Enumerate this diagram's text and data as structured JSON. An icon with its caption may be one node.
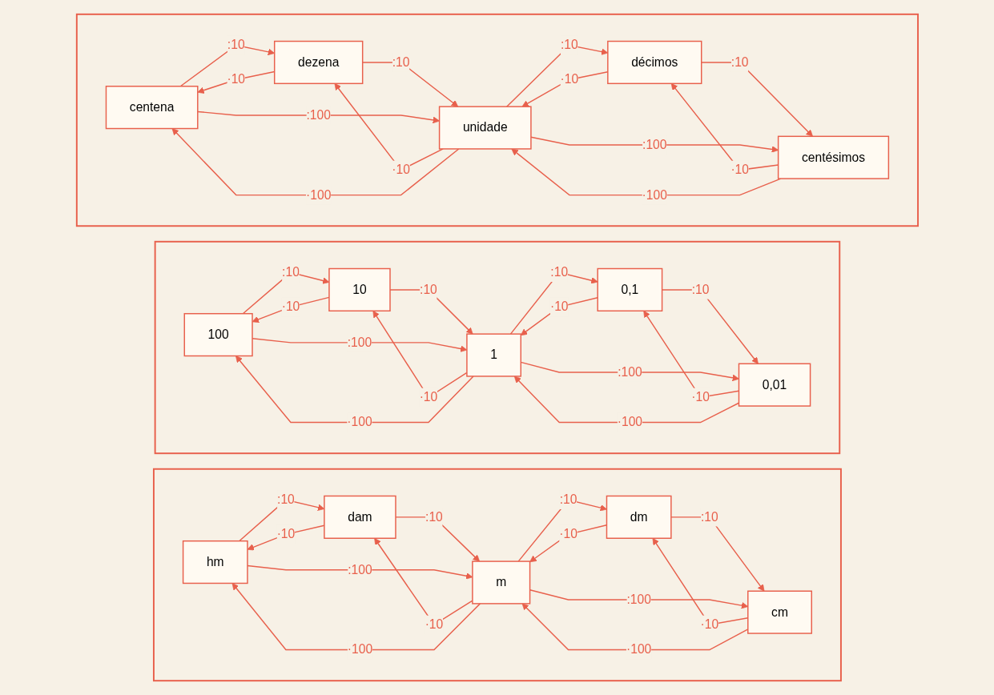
{
  "diagram": {
    "nodes": [
      {
        "text": [],
        "shape": "box"
      },
      {
        "text": [
          "centena"
        ],
        "in": 0
      },
      {
        "text": [
          "dezena"
        ],
        "in": 0
      },
      {
        "text": [
          "unidade"
        ],
        "in": 0
      },
      {
        "text": [
          "décimos"
        ],
        "in": 0
      },
      {
        "text": [
          "centésimos"
        ],
        "in": 0
      },
      {
        "text": [],
        "shape": "box"
      },
      {
        "text": [
          "100"
        ],
        "in": 6
      },
      {
        "text": [
          "10"
        ],
        "in": 6
      },
      {
        "text": [
          "1"
        ],
        "in": 6
      },
      {
        "text": [
          "0,1"
        ],
        "in": 6
      },
      {
        "text": [
          "0,01"
        ],
        "in": 6
      },
      {
        "text": [],
        "shape": "box"
      },
      {
        "text": [
          "hm"
        ],
        "in": 12
      },
      {
        "text": [
          "dam"
        ],
        "in": 12
      },
      {
        "text": [
          "m"
        ],
        "in": 12
      },
      {
        "text": [
          "dm"
        ],
        "in": 12
      },
      {
        "text": [
          "cm"
        ],
        "in": 12
      }
    ],
    "edges": [
      {
        "from": 1,
        "to": 2,
        "arrow": "to",
        "label": ":10"
      },
      {
        "from": 2,
        "to": 3,
        "arrow": "to",
        "label": ":10"
      },
      {
        "from": 3,
        "to": 4,
        "arrow": "to",
        "label": ":10"
      },
      {
        "from": 4,
        "to": 5,
        "arrow": "to",
        "label": ":10"
      },
      {
        "from": 1,
        "to": 3,
        "arrow": "to",
        "label": ":100"
      },
      {
        "from": 3,
        "to": 5,
        "arrow": "to",
        "label": ":100"
      },
      {
        "from": 2,
        "to": 1,
        "arrow": "to",
        "label": "·10"
      },
      {
        "from": 3,
        "to": 2,
        "arrow": "to",
        "label": "·10"
      },
      {
        "from": 4,
        "to": 3,
        "arrow": "to",
        "label": "·10"
      },
      {
        "from": 5,
        "to": 4,
        "arrow": "to",
        "label": "·10"
      },
      {
        "from": 3,
        "to": 1,
        "arrow": "to",
        "label": "·100"
      },
      {
        "from": 5,
        "to": 3,
        "arrow": "to",
        "label": "·100"
      },
      {
        "from": 7,
        "to": 8,
        "arrow": "to",
        "label": ":10"
      },
      {
        "from": 8,
        "to": 9,
        "arrow": "to",
        "label": ":10"
      },
      {
        "from": 9,
        "to": 10,
        "arrow": "to",
        "label": ":10"
      },
      {
        "from": 10,
        "to": 11,
        "arrow": "to",
        "label": ":10"
      },
      {
        "from": 7,
        "to": 9,
        "arrow": "to",
        "label": ":100"
      },
      {
        "from": 9,
        "to": 11,
        "arrow": "to",
        "label": ":100"
      },
      {
        "from": 8,
        "to": 7,
        "arrow": "to",
        "label": "·10"
      },
      {
        "from": 9,
        "to": 8,
        "arrow": "to",
        "label": "·10"
      },
      {
        "from": 10,
        "to": 9,
        "arrow": "to",
        "label": "·10"
      },
      {
        "from": 11,
        "to": 10,
        "arrow": "to",
        "label": "·10"
      },
      {
        "from": 9,
        "to": 7,
        "arrow": "to",
        "label": "·100"
      },
      {
        "from": 11,
        "to": 9,
        "arrow": "to",
        "label": "·100"
      },
      {
        "from": 13,
        "to": 14,
        "arrow": "to",
        "label": ":10"
      },
      {
        "from": 14,
        "to": 15,
        "arrow": "to",
        "label": ":10"
      },
      {
        "from": 15,
        "to": 16,
        "arrow": "to",
        "label": ":10"
      },
      {
        "from": 16,
        "to": 17,
        "arrow": "to",
        "label": ":10"
      },
      {
        "from": 13,
        "to": 15,
        "arrow": "to",
        "label": ":100"
      },
      {
        "from": 15,
        "to": 17,
        "arrow": "to",
        "label": ":100"
      },
      {
        "from": 14,
        "to": 13,
        "arrow": "to",
        "label": "·10"
      },
      {
        "from": 15,
        "to": 14,
        "arrow": "to",
        "label": "·10"
      },
      {
        "from": 16,
        "to": 15,
        "arrow": "to",
        "label": "·10"
      },
      {
        "from": 17,
        "to": 16,
        "arrow": "to",
        "label": "·10"
      },
      {
        "from": 15,
        "to": 13,
        "arrow": "to",
        "label": "·100"
      },
      {
        "from": 17,
        "to": 15,
        "arrow": "to",
        "label": "·100"
      }
    ]
  }
}
